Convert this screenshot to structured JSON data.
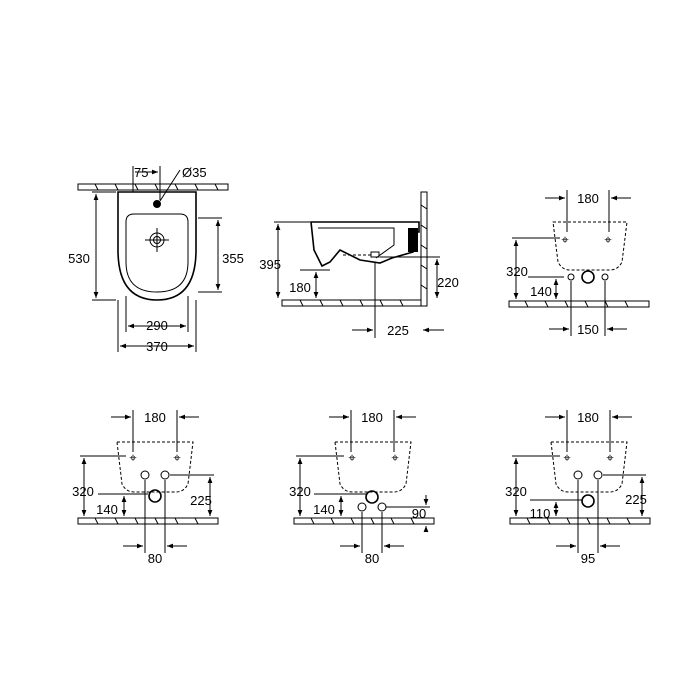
{
  "top_view": {
    "dims": {
      "width_overall": "370",
      "width_inner": "290",
      "depth": "530",
      "depth_partial": "355",
      "tap_offset": "75",
      "tap_diameter": "Ø35"
    }
  },
  "side_view": {
    "dims": {
      "height": "395",
      "lower_height": "180",
      "outlet_height": "220",
      "outlet_projection": "225"
    }
  },
  "rear_views": [
    {
      "id": "A",
      "top": "180",
      "left_high": "320",
      "left_low": "140",
      "bottom": "150"
    },
    {
      "id": "B",
      "top": "180",
      "left_high": "320",
      "left_low": "140",
      "right": "225",
      "bottom": "80"
    },
    {
      "id": "C",
      "top": "180",
      "left_high": "320",
      "left_low": "140",
      "right": "90",
      "bottom": "80"
    },
    {
      "id": "D",
      "top": "180",
      "left_high": "320",
      "left_low": "110",
      "right": "225",
      "bottom": "95"
    }
  ]
}
